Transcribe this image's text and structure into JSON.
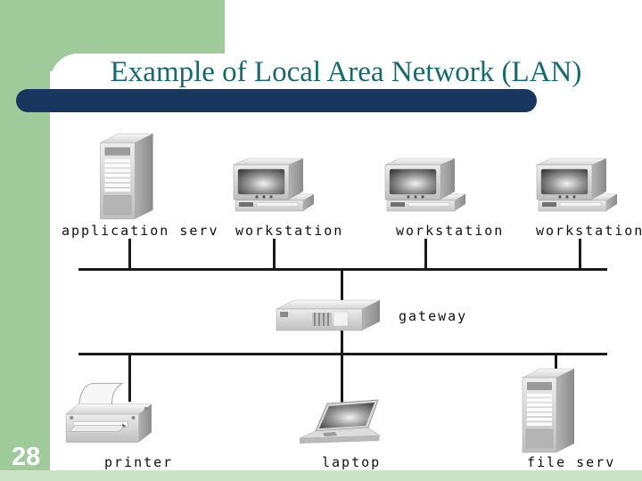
{
  "slide": {
    "number": "28",
    "title": "Example of Local Area Network (LAN)"
  },
  "colors": {
    "green": "#9ecb99",
    "strip": "#cde3c8",
    "navy": "#17375e",
    "teal": "#17696d",
    "line": "#1a1a1a",
    "label": "#111111"
  },
  "diagram": {
    "top_row": [
      {
        "icon": "server-tower-icon",
        "label": "application serv"
      },
      {
        "icon": "workstation-icon",
        "label": "workstation"
      },
      {
        "icon": "workstation-icon",
        "label": "workstation"
      },
      {
        "icon": "workstation-icon",
        "label": "workstation"
      }
    ],
    "middle": {
      "icon": "gateway-icon",
      "label": "gateway"
    },
    "bottom_row": [
      {
        "icon": "printer-icon",
        "label": "printer"
      },
      {
        "icon": "laptop-icon",
        "label": "laptop"
      },
      {
        "icon": "file-server-icon",
        "label": "file serv"
      }
    ]
  }
}
